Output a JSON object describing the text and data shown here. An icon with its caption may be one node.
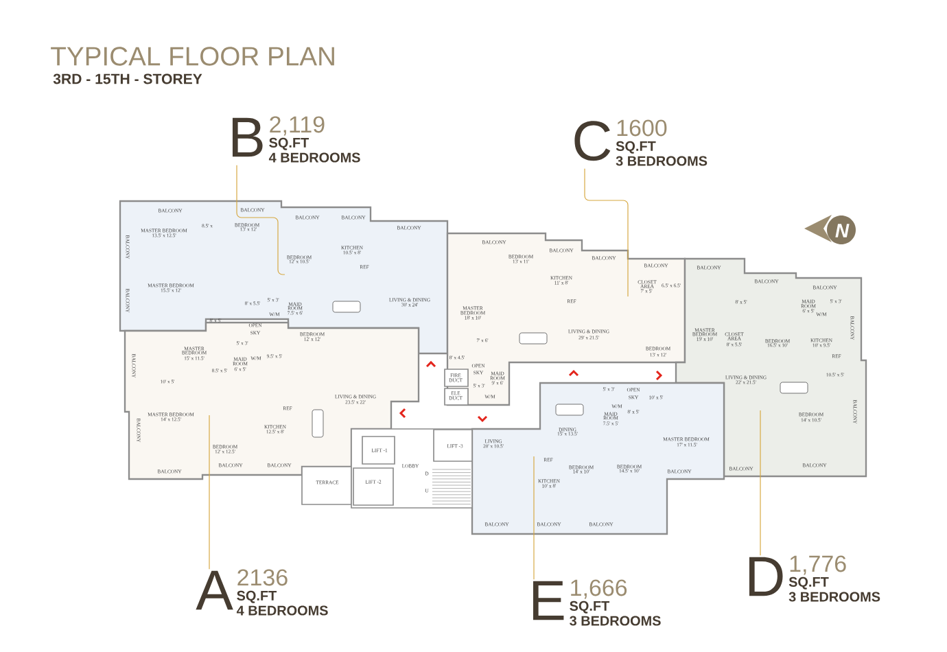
{
  "diagram": {
    "title": "TYPICAL FLOOR PLAN",
    "nodes": [
      {
        "text": [
          "B",
          "2,119",
          "SQ.FT",
          "4 BEDROOMS"
        ]
      },
      {
        "text": [
          "C",
          "1600",
          "SQ.FT",
          "3 BEDROOMS"
        ]
      },
      {
        "text": [
          "A",
          "2136",
          "SQ.FT",
          "4 BEDROOMS"
        ]
      },
      {
        "text": [
          "E",
          "1,666",
          "SQ.FT",
          "3 BEDROOMS"
        ]
      },
      {
        "text": [
          "D",
          "1,776",
          "SQ.FT",
          "3 BEDROOMS"
        ]
      }
    ],
    "edges": [
      {
        "from": 0,
        "to": null,
        "arrow": "none"
      },
      {
        "from": 1,
        "to": null,
        "arrow": "none"
      },
      {
        "from": 2,
        "to": null,
        "arrow": "none"
      },
      {
        "from": 3,
        "to": null,
        "arrow": "none"
      },
      {
        "from": 4,
        "to": null,
        "arrow": "none"
      }
    ],
    "labels": [
      "3RD - 15TH - STOREY",
      "N",
      "BALCONY",
      "BALCONY",
      "BALCONY",
      "BALCONY",
      "BALCONY",
      "BALCONY",
      "MASTER BEDROOM",
      "13.5' x 12.5'",
      "8.5' x",
      "BEDROOM",
      "13' x 12'",
      "KITCHEN",
      "10.5' x 8'",
      "BEDROOM",
      "12' x 10.5'",
      "REF",
      "MASTER BEDROOM",
      "15.5' x 12'",
      "BALCONY",
      "8' x 5.5'",
      "5' x 3'",
      "MAID",
      "ROOM",
      "7.5' x 6'",
      "LIVING & DINING",
      "30' x 24'",
      "8' x 5'",
      "W/M",
      "OPEN",
      "SKY",
      "BEDROOM",
      "12' x 12'",
      "5' x 3'",
      "MASTER",
      "BEDROOM",
      "15' x 11.5'",
      "MAID",
      "ROOM",
      "W/M",
      "6' x 5'",
      "9.5' x 5'",
      "8.5' x 5'",
      "BALCONY",
      "10' x 5'",
      "LIVING & DINING",
      "23.5' x 22'",
      "REF",
      "MASTER BEDROOM",
      "14' x 12.5'",
      "KITCHEN",
      "12.5' x 8'",
      "BALCONY",
      "BEDROOM",
      "12' x 12.5'",
      "BALCONY",
      "BALCONY",
      "BALCONY",
      "TERRACE",
      "LIFT -1",
      "LIFT -2",
      "LOBBY",
      "BALCONY",
      "BALCONY",
      "BALCONY",
      "BALCONY",
      "BEDROOM",
      "13' x 11'",
      "KITCHEN",
      "11' x 8'",
      "CLOSET",
      "AREA",
      "7' x 5'",
      "6.5' x 6.5'",
      "REF",
      "MASTER",
      "BEDROOM",
      "18' x 10'",
      "LIVING & DINING",
      "7' x 6'",
      "29' x 21.5'",
      "BEDROOM",
      "13' x 12'",
      "8' x 4.5'",
      "OPEN",
      "SKY",
      "MAID",
      "ROOM",
      "9' x 6'",
      "FIRE",
      "DUCT",
      "5' x 3'",
      "ELE",
      "DUCT",
      "W/M",
      "BALCONY",
      "BALCONY",
      "BALCONY",
      "8' x 5'",
      "MAID",
      "ROOM",
      "6' x 5'",
      "5' x 3'",
      "W/M",
      "BALCONY",
      "MASTER",
      "BEDROOM",
      "19' x 10'",
      "CLOSET",
      "AREA",
      "8' x 5.5'",
      "BEDROOM",
      "16.5' x 10'",
      "KITCHEN",
      "10' x 9.5'",
      "REF",
      "10.5' x 5'",
      "LIVING & DINING",
      "22' x 21.5'",
      "BALCONY",
      "BEDROOM",
      "14' x 10.5'",
      "BALCONY",
      "BALCONY",
      "5' x 3'",
      "OPEN",
      "SKY",
      "10' x 5'",
      "W/M",
      "8' x 5'",
      "MAID",
      "ROOM",
      "7.5' x 5'",
      "DINING",
      "15' x 13.5'",
      "LIVING",
      "MASTER BEDROOM",
      "LIFT -3",
      "20' x 10.5'",
      "17' x 11.5'",
      "REF",
      "BEDROOM",
      "14' x 10'",
      "BEDROOM",
      "14.5' x 10'",
      "BALCONY",
      "D",
      "U",
      "KITCHEN",
      "10' x 8'",
      "BALCONY",
      "BALCONY",
      "BALCONY"
    ]
  }
}
